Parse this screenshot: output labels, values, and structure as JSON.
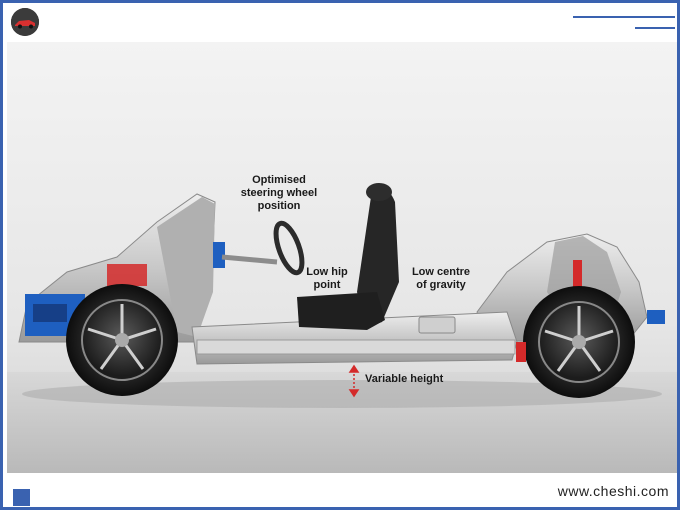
{
  "labels": {
    "steering": "Optimised\nsteering wheel\nposition",
    "hip": "Low hip\npoint",
    "gravity": "Low centre\nof gravity",
    "height": "Variable height"
  },
  "footer": {
    "site": "www.cheshi.com"
  },
  "colors": {
    "border": "#3a62b0",
    "accent_red": "#d42a2a",
    "accent_blue": "#1e5fc0"
  }
}
